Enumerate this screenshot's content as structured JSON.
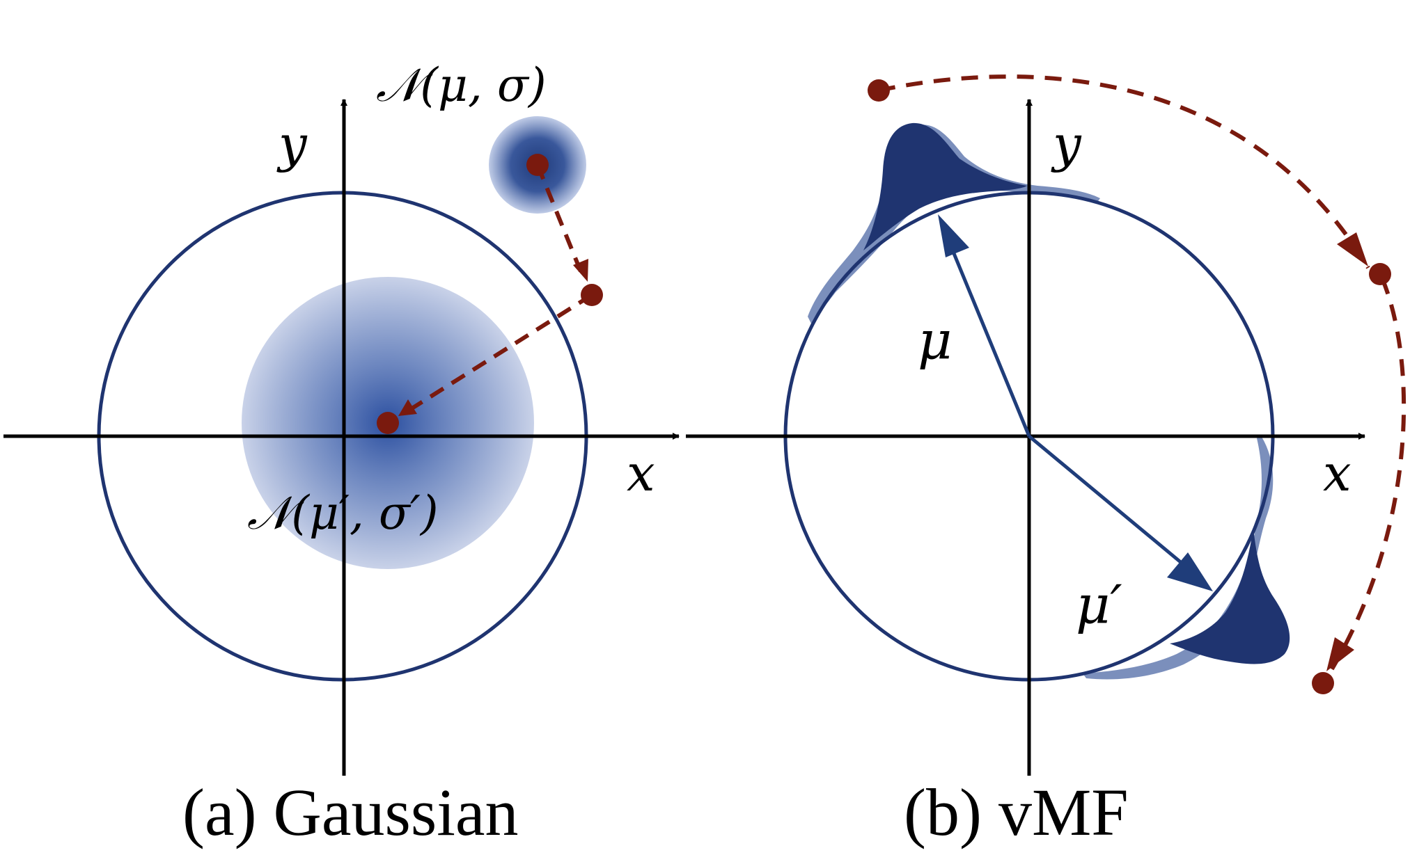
{
  "colors": {
    "circle": "#1f3470",
    "vector": "#1f3d7a",
    "density": "#1f3470",
    "dark_red": "#7a1a0e",
    "axis": "#000000"
  },
  "panel_a": {
    "x_label": "x",
    "y_label": "y",
    "prior_label": "𝒩(μ, σ)",
    "posterior_label": "𝒩(μ′, σ′)",
    "caption": "(a) Gaussian"
  },
  "panel_b": {
    "x_label": "x",
    "y_label": "y",
    "mu_label": "μ",
    "mu_prime_label": "μ′",
    "caption": "(b) vMF"
  }
}
